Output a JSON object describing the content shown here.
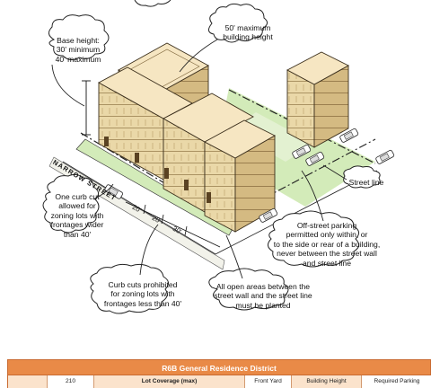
{
  "callouts": {
    "max_height": {
      "line1": "50' maximum",
      "line2": "building height"
    },
    "base_height": {
      "line1": "Base height:",
      "line2": "30' minimum",
      "line3": "40' maximum"
    },
    "one_curb_cut": {
      "line1": "One curb cut",
      "line2": "allowed for",
      "line3": "zoning lots with",
      "line4": "frontages wider",
      "line5": "than 40'"
    },
    "off_street_parking": {
      "line1": "Off-street parking",
      "line2": "permitted only within, or",
      "line3": "to the side or rear of a building,",
      "line4": "never between the street wall",
      "line5": "and street line"
    },
    "street_line": {
      "line1": "Street line"
    },
    "curb_cuts_prohibited": {
      "line1": "Curb cuts prohibited",
      "line2": "for zoning lots with",
      "line3": "frontages less than 40'"
    },
    "open_areas": {
      "line1": "All open areas between the",
      "line2": "street wall and the street line",
      "line3": "must be planted"
    }
  },
  "street": {
    "name": "NARROW STREET"
  },
  "dimensions": {
    "d1": "20'",
    "d2": "20'",
    "d3": "30'"
  },
  "table": {
    "title": "R6B General Residence District",
    "col2": "210",
    "col3": "Lot Coverage (max)",
    "col4": "Front Yard",
    "col5": "Building Height",
    "col6": "Required Parking"
  },
  "colors": {
    "building_face": "#e9d6a6",
    "building_side": "#d2b880",
    "roof": "#f6e6c2",
    "grass": "#d3ebb9",
    "table_header": "#e98a47",
    "table_row": "#fbe3cc"
  }
}
